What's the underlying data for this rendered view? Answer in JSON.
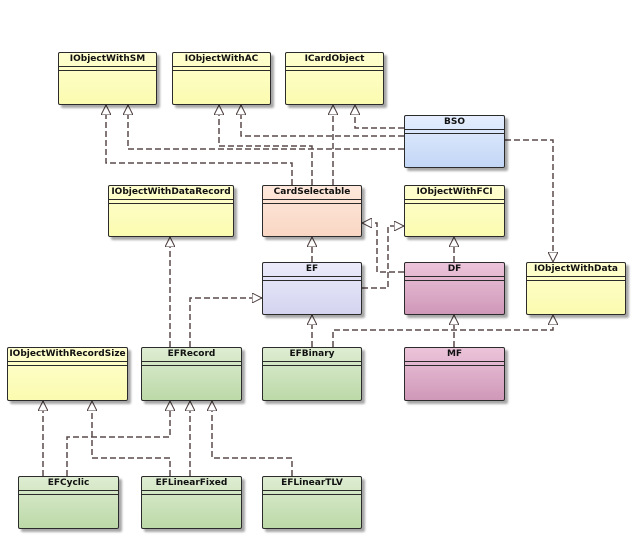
{
  "diagram": {
    "colors": {
      "interface": "#fbfbb0",
      "abstract": "#f9d6c4",
      "bso": "#c3d6f6",
      "ef": "#d4d4f0",
      "df_mf": "#cf98b8",
      "ef_concrete": "#bcd9a8",
      "line": "#5a4a4a"
    },
    "classes": {
      "IObjectWithSM": "IObjectWithSM",
      "IObjectWithAC": "IObjectWithAC",
      "ICardObject": "ICardObject",
      "BSO": "BSO",
      "IObjectWithDataRecord": "IObjectWithDataRecord",
      "CardSelectable": "CardSelectable",
      "IObjectWithFCI": "IObjectWithFCI",
      "EF": "EF",
      "DF": "DF",
      "IObjectWithData": "IObjectWithData",
      "IObjectWithRecordSize": "IObjectWithRecordSize",
      "EFRecord": "EFRecord",
      "EFBinary": "EFBinary",
      "MF": "MF",
      "EFCyclic": "EFCyclic",
      "EFLinearFixed": "EFLinearFixed",
      "EFLinearTLV": "EFLinearTLV"
    }
  }
}
